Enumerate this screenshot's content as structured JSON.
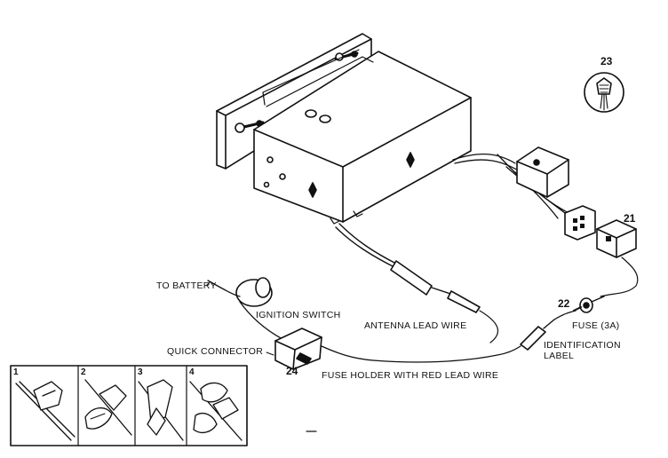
{
  "labels": {
    "to_battery": "TO BATTERY",
    "ignition_switch": "IGNITION SWITCH",
    "antenna_lead_wire": "ANTENNA LEAD WIRE",
    "quick_connector": "QUICK CONNECTOR",
    "fuse_holder": "FUSE HOLDER WITH RED LEAD WIRE",
    "fuse": "FUSE (3A)",
    "identification": "IDENTIFICATION",
    "label": "LABEL"
  },
  "callouts": {
    "c21": "21",
    "c22": "22",
    "c23": "23",
    "c24": "24"
  },
  "steps": [
    "1",
    "2",
    "3",
    "4"
  ]
}
